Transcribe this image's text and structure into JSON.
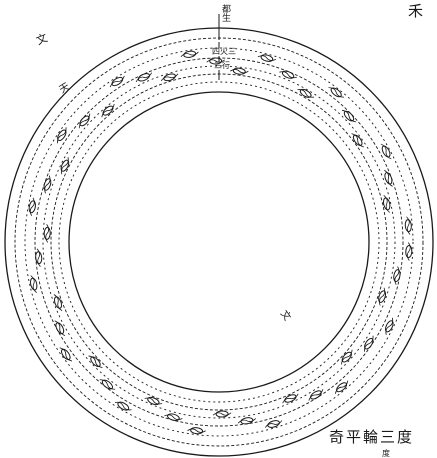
{
  "labels": {
    "corner_mark": "禾",
    "top_1": "都生",
    "top_2": "四火三",
    "top_3": "三行",
    "upper_left_1": "文",
    "upper_left_2": "天",
    "lower_right_1": "文",
    "caption_1": "奇平輪三度",
    "caption_2": "度"
  },
  "colors": {
    "ink": "#1a1a1a",
    "paper": "#ffffff"
  }
}
